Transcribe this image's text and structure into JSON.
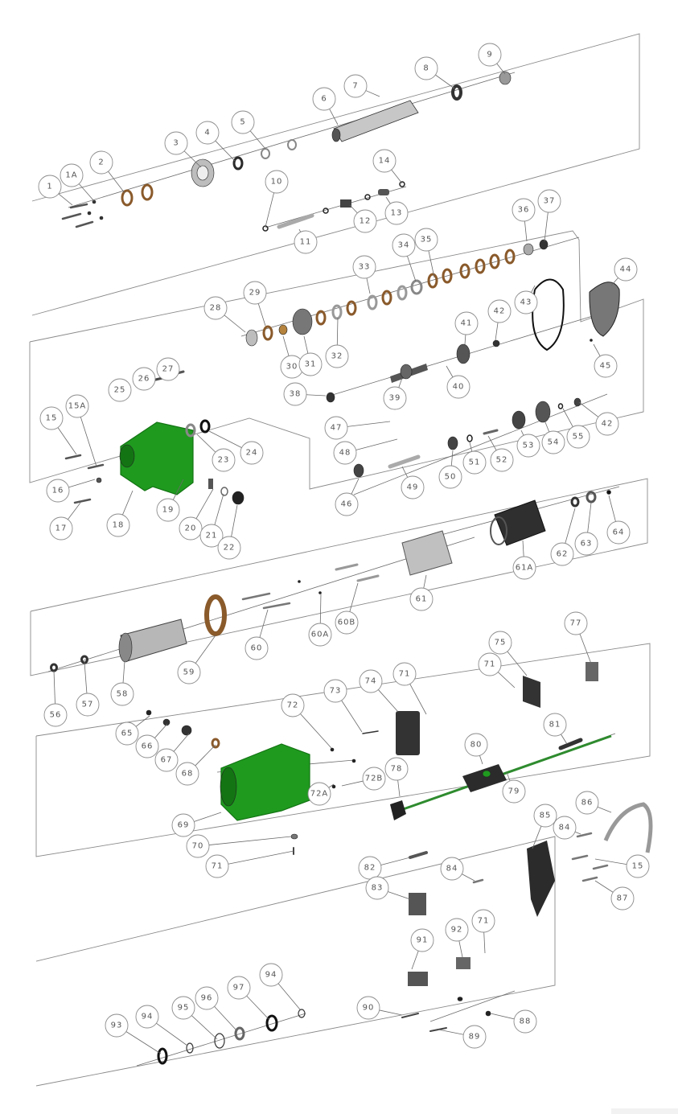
{
  "title": "Exploded parts diagram",
  "colors": {
    "housing_green": "#1f9a1f",
    "housing_green_dark": "#137413",
    "bronze": "#8a5a2b",
    "steel": "#bdbdbd",
    "dark_part": "#2b2b2b",
    "cable_green": "#2e8b2e",
    "line": "#7a7a7a"
  },
  "groups": [
    {
      "id": "spindle-assembly",
      "parts": [
        "1",
        "1A",
        "2",
        "3",
        "4",
        "5",
        "6",
        "7",
        "8",
        "9",
        "10",
        "11",
        "12",
        "13",
        "14"
      ]
    },
    {
      "id": "gearbox-clutch",
      "parts": [
        "28",
        "29",
        "30",
        "31",
        "32",
        "33",
        "34",
        "35",
        "36",
        "37",
        "38",
        "39",
        "40",
        "41",
        "42",
        "43",
        "44",
        "45"
      ]
    },
    {
      "id": "gear-housing",
      "parts": [
        "15",
        "15A",
        "16",
        "17",
        "18",
        "19",
        "20",
        "21",
        "22",
        "23",
        "24",
        "25",
        "26",
        "27"
      ]
    },
    {
      "id": "intermediate-shaft",
      "parts": [
        "46",
        "47",
        "48",
        "49",
        "50",
        "51",
        "52",
        "53",
        "54",
        "55"
      ]
    },
    {
      "id": "stator",
      "parts": [
        "61",
        "61A",
        "62",
        "63",
        "64"
      ]
    },
    {
      "id": "armature",
      "parts": [
        "56",
        "57",
        "58",
        "59",
        "60",
        "60A",
        "60B"
      ]
    },
    {
      "id": "motor-housing-electrics",
      "parts": [
        "65",
        "66",
        "67",
        "68",
        "69",
        "70",
        "71",
        "72",
        "72A",
        "72B",
        "73",
        "74",
        "75",
        "77",
        "78",
        "79",
        "80",
        "81"
      ]
    },
    {
      "id": "handle-bracket",
      "parts": [
        "82",
        "83",
        "84",
        "85",
        "86",
        "87",
        "88",
        "89",
        "90",
        "91",
        "92"
      ]
    },
    {
      "id": "seal-kit",
      "parts": [
        "93",
        "94",
        "95",
        "96",
        "97"
      ]
    }
  ],
  "callouts": [
    {
      "label": "1"
    },
    {
      "label": "1A"
    },
    {
      "label": "2"
    },
    {
      "label": "3"
    },
    {
      "label": "4"
    },
    {
      "label": "5"
    },
    {
      "label": "6"
    },
    {
      "label": "7"
    },
    {
      "label": "8"
    },
    {
      "label": "9"
    },
    {
      "label": "10"
    },
    {
      "label": "11"
    },
    {
      "label": "12"
    },
    {
      "label": "13"
    },
    {
      "label": "14"
    },
    {
      "label": "15"
    },
    {
      "label": "15A"
    },
    {
      "label": "16"
    },
    {
      "label": "17"
    },
    {
      "label": "18"
    },
    {
      "label": "19"
    },
    {
      "label": "20"
    },
    {
      "label": "21"
    },
    {
      "label": "22"
    },
    {
      "label": "23"
    },
    {
      "label": "24"
    },
    {
      "label": "25"
    },
    {
      "label": "26"
    },
    {
      "label": "27"
    },
    {
      "label": "28"
    },
    {
      "label": "29"
    },
    {
      "label": "30"
    },
    {
      "label": "31"
    },
    {
      "label": "32"
    },
    {
      "label": "33"
    },
    {
      "label": "34"
    },
    {
      "label": "35"
    },
    {
      "label": "36"
    },
    {
      "label": "37"
    },
    {
      "label": "38"
    },
    {
      "label": "39"
    },
    {
      "label": "40"
    },
    {
      "label": "41"
    },
    {
      "label": "42"
    },
    {
      "label": "43"
    },
    {
      "label": "44"
    },
    {
      "label": "45"
    },
    {
      "label": "42"
    },
    {
      "label": "47"
    },
    {
      "label": "48"
    },
    {
      "label": "46"
    },
    {
      "label": "49"
    },
    {
      "label": "50"
    },
    {
      "label": "51"
    },
    {
      "label": "52"
    },
    {
      "label": "53"
    },
    {
      "label": "54"
    },
    {
      "label": "55"
    },
    {
      "label": "61"
    },
    {
      "label": "61A"
    },
    {
      "label": "62"
    },
    {
      "label": "63"
    },
    {
      "label": "64"
    },
    {
      "label": "56"
    },
    {
      "label": "57"
    },
    {
      "label": "58"
    },
    {
      "label": "59"
    },
    {
      "label": "60"
    },
    {
      "label": "60A"
    },
    {
      "label": "60B"
    },
    {
      "label": "65"
    },
    {
      "label": "66"
    },
    {
      "label": "67"
    },
    {
      "label": "68"
    },
    {
      "label": "69"
    },
    {
      "label": "70"
    },
    {
      "label": "71"
    },
    {
      "label": "72"
    },
    {
      "label": "72A"
    },
    {
      "label": "72B"
    },
    {
      "label": "73"
    },
    {
      "label": "74"
    },
    {
      "label": "71"
    },
    {
      "label": "71"
    },
    {
      "label": "75"
    },
    {
      "label": "77"
    },
    {
      "label": "78"
    },
    {
      "label": "79"
    },
    {
      "label": "80"
    },
    {
      "label": "81"
    },
    {
      "label": "82"
    },
    {
      "label": "83"
    },
    {
      "label": "84"
    },
    {
      "label": "84"
    },
    {
      "label": "85"
    },
    {
      "label": "86"
    },
    {
      "label": "15"
    },
    {
      "label": "87"
    },
    {
      "label": "91"
    },
    {
      "label": "92"
    },
    {
      "label": "71"
    },
    {
      "label": "90"
    },
    {
      "label": "88"
    },
    {
      "label": "89"
    },
    {
      "label": "93"
    },
    {
      "label": "94"
    },
    {
      "label": "95"
    },
    {
      "label": "96"
    },
    {
      "label": "97"
    },
    {
      "label": "94"
    }
  ]
}
